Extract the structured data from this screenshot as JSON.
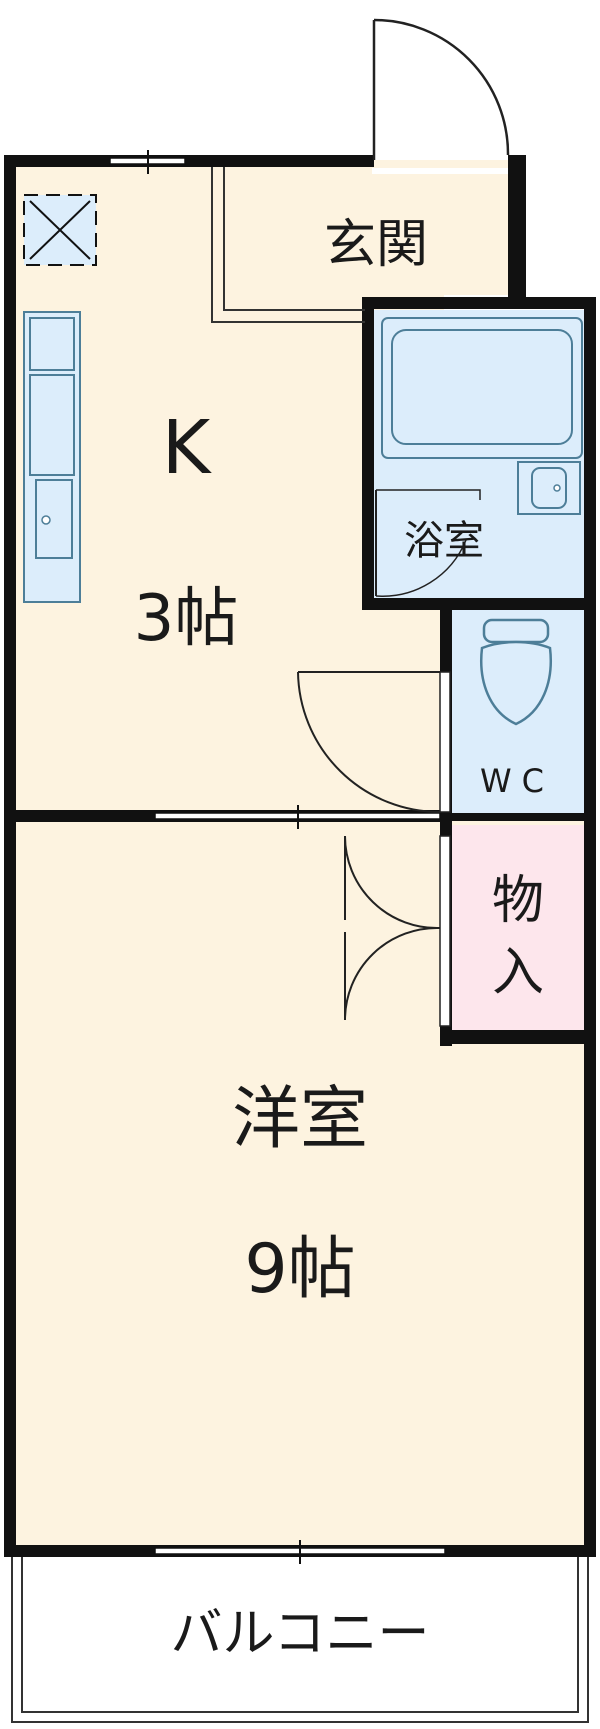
{
  "floorplan": {
    "rooms": {
      "entrance": {
        "label": "玄関"
      },
      "kitchen": {
        "label": "K",
        "size": "3帖"
      },
      "bath": {
        "label": "浴室"
      },
      "toilet": {
        "label": "WC"
      },
      "storage": {
        "label_line1": "物",
        "label_line2": "入"
      },
      "western_room": {
        "label": "洋室",
        "size": "9帖"
      },
      "balcony": {
        "label": "バルコニー"
      }
    },
    "colors": {
      "room_fill": "#fdf3e0",
      "wet_area_fill": "#dcedfb",
      "storage_fill": "#fde6ec",
      "wall": "#111111",
      "fixture_stroke": "#4d7e98"
    }
  }
}
